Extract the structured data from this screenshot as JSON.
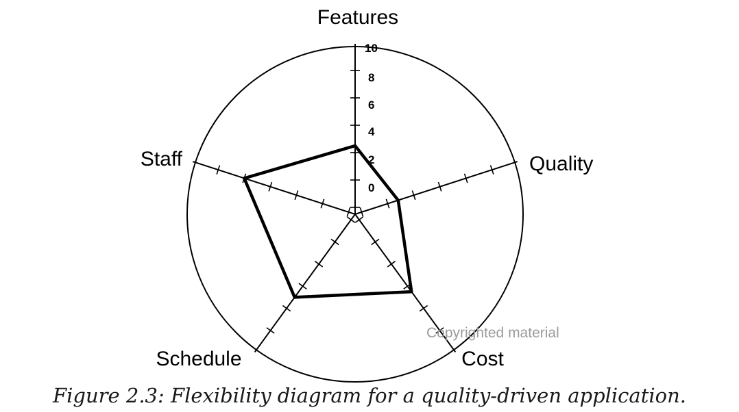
{
  "chart_data": {
    "type": "radar",
    "axes": [
      "Features",
      "Quality",
      "Cost",
      "Schedule",
      "Staff"
    ],
    "tick_labels": [
      "0",
      "2",
      "4",
      "6",
      "8",
      "10"
    ],
    "scale": [
      0,
      10
    ],
    "series": [
      {
        "values": [
          4.5,
          2.8,
          6.5,
          7.0,
          8.0
        ]
      }
    ]
  },
  "watermark": "Copyrighted material",
  "caption": "Figure 2.3: Flexibility diagram for a quality-driven application."
}
